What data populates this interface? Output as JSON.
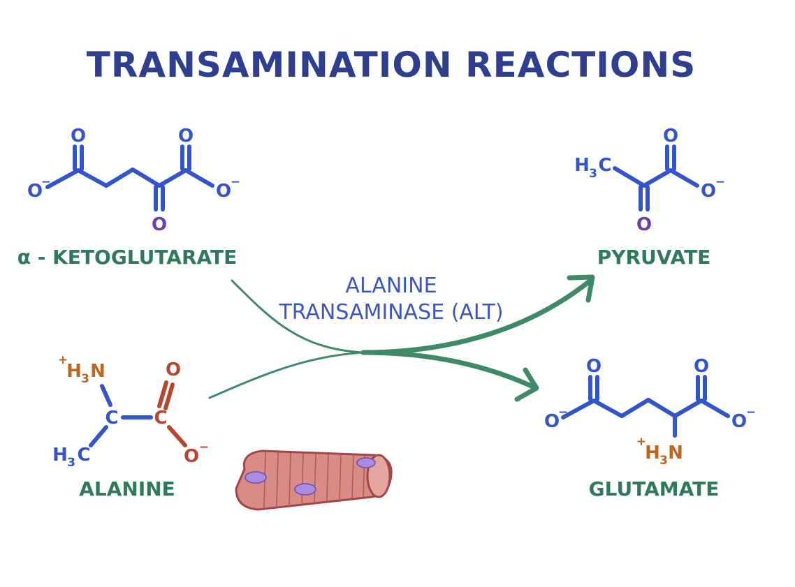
{
  "title": "TRANSAMINATION REACTIONS",
  "enzyme": {
    "line1": "ALANINE",
    "line2": "TRANSAMINASE (ALT)"
  },
  "molecules": {
    "alpha_ketoglutarate": {
      "name": "α - KETOGLUTARATE",
      "atoms": {
        "o_left_top": "O",
        "o_right_top": "O",
        "o_left_ion": "O",
        "o_left_charge": "−",
        "o_right_ion": "O",
        "o_right_charge": "−",
        "o_keto": "O"
      }
    },
    "pyruvate": {
      "name": "PYRUVATE",
      "atoms": {
        "methyl": "H",
        "methyl_sub": "3",
        "methyl_c": "C",
        "o_top": "O",
        "o_ion": "O",
        "o_charge": "−",
        "o_keto": "O"
      }
    },
    "alanine": {
      "name": "ALANINE",
      "atoms": {
        "amine_plus": "+",
        "amine_h": "H",
        "amine_sub": "3",
        "amine_n": "N",
        "c_alpha": "C",
        "c_carboxyl": "C",
        "o_double": "O",
        "o_ion": "O",
        "o_charge": "−",
        "methyl_h": "H",
        "methyl_sub": "3",
        "methyl_c": "C"
      }
    },
    "glutamate": {
      "name": "GLUTAMATE",
      "atoms": {
        "o_left_top": "O",
        "o_right_top": "O",
        "o_left_ion": "O",
        "o_left_charge": "−",
        "o_right_ion": "O",
        "o_right_charge": "−",
        "amine_plus": "+",
        "amine_h": "H",
        "amine_sub": "3",
        "amine_n": "N"
      }
    }
  },
  "colors": {
    "title": "#2f3f8f",
    "molecule_label": "#2e7a5a",
    "enzyme_text": "#3b57c4",
    "structure_blue": "#3355cc",
    "keto_oxygen": "#6b3fa5",
    "amine_orange": "#c0651e",
    "carboxyl_red": "#b8452f",
    "arrow_green": "#3e8a66",
    "muscle_fill": "#d98b86",
    "muscle_stroke": "#a2464a",
    "muscle_nucleus": "#a98be0"
  },
  "icons": {
    "muscle_fiber": "muscle-fiber-icon"
  }
}
